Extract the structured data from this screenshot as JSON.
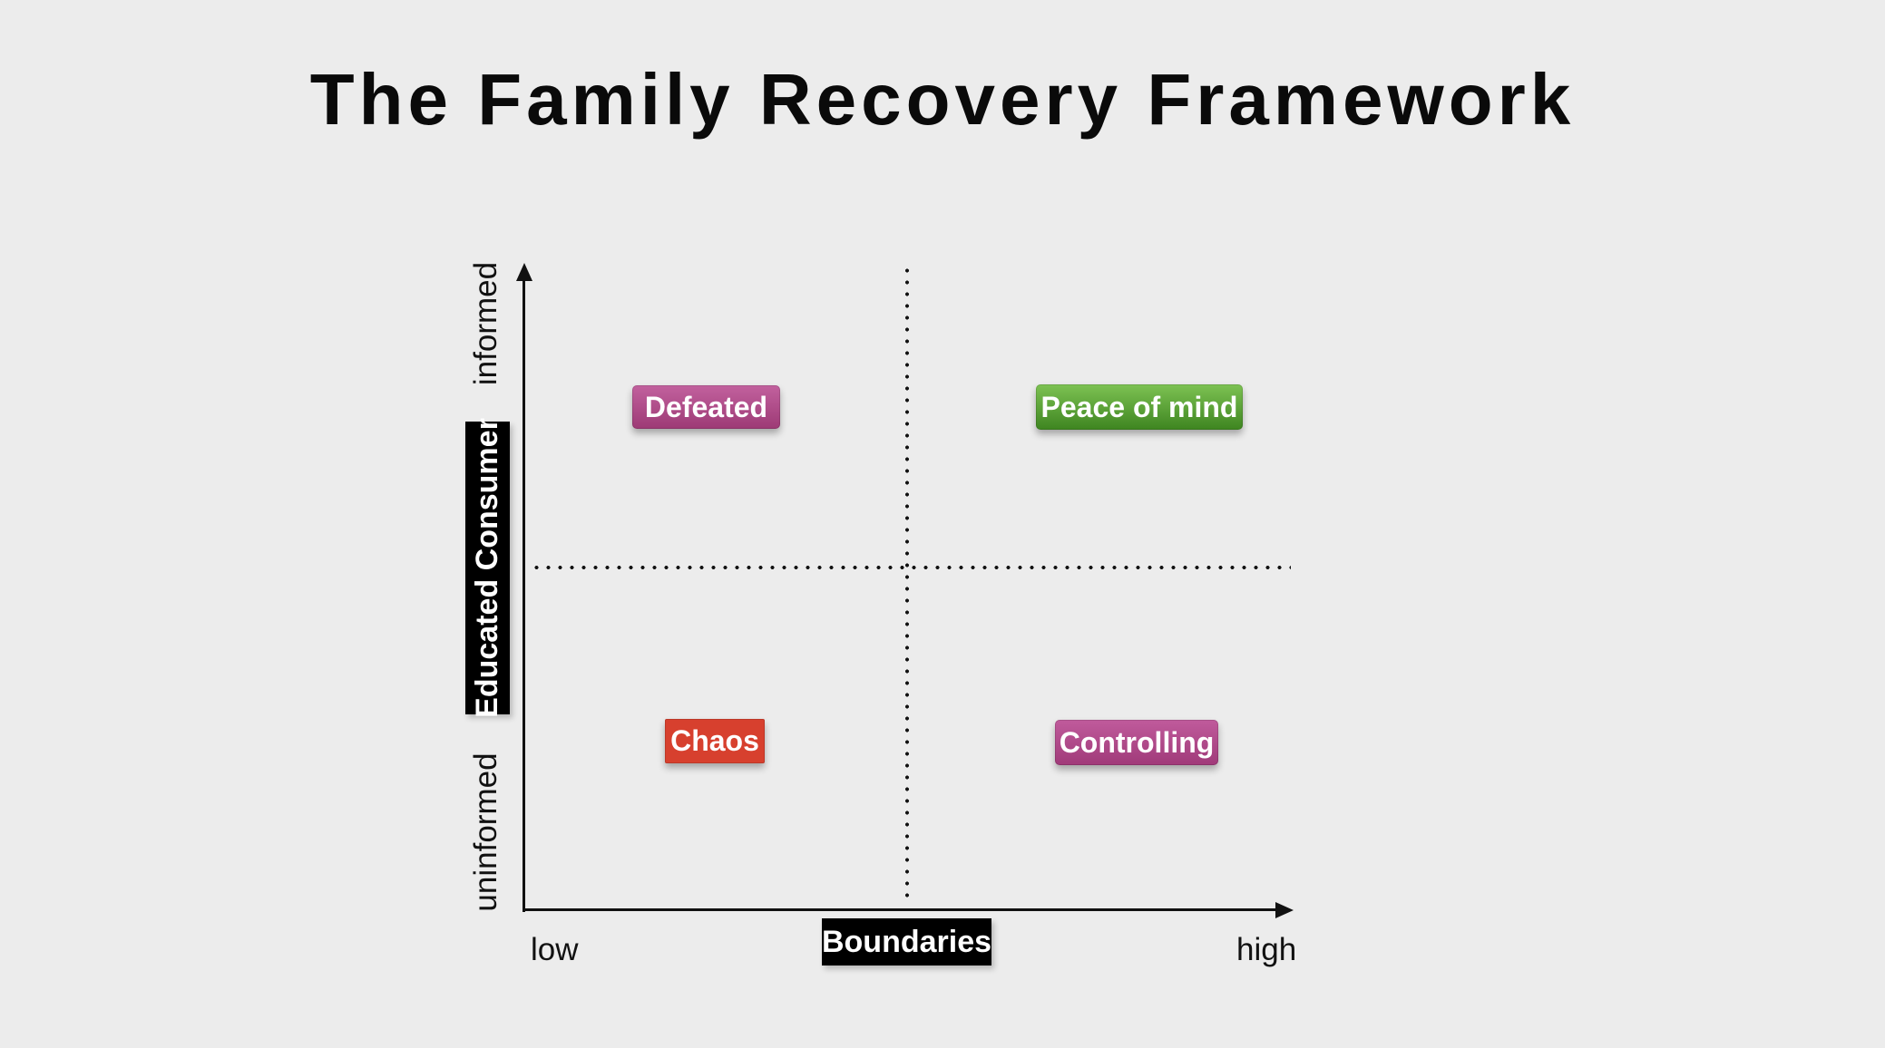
{
  "title": "The Family Recovery Framework",
  "matrix": {
    "x_axis": {
      "label": "Boundaries",
      "min_label": "low",
      "max_label": "high"
    },
    "y_axis": {
      "label": "Educated Consumer",
      "min_label": "uninformed",
      "max_label": "informed"
    },
    "quadrants": [
      {
        "id": "top-left",
        "label": "Defeated",
        "gradient": [
          "#c2619e",
          "#9d3a75"
        ]
      },
      {
        "id": "top-right",
        "label": "Peace of mind",
        "gradient": [
          "#7dc253",
          "#3e8520"
        ]
      },
      {
        "id": "bottom-left",
        "label": "Chaos",
        "color": "#d7402e"
      },
      {
        "id": "bottom-right",
        "label": "Controlling",
        "gradient": [
          "#c05b9c",
          "#a03a79"
        ]
      }
    ],
    "colors": {
      "background": "#ececec",
      "axis_line": "#111111",
      "axis_title_background": "#000000",
      "label_text": "#ffffff",
      "title_text": "#0a0a0a"
    }
  }
}
